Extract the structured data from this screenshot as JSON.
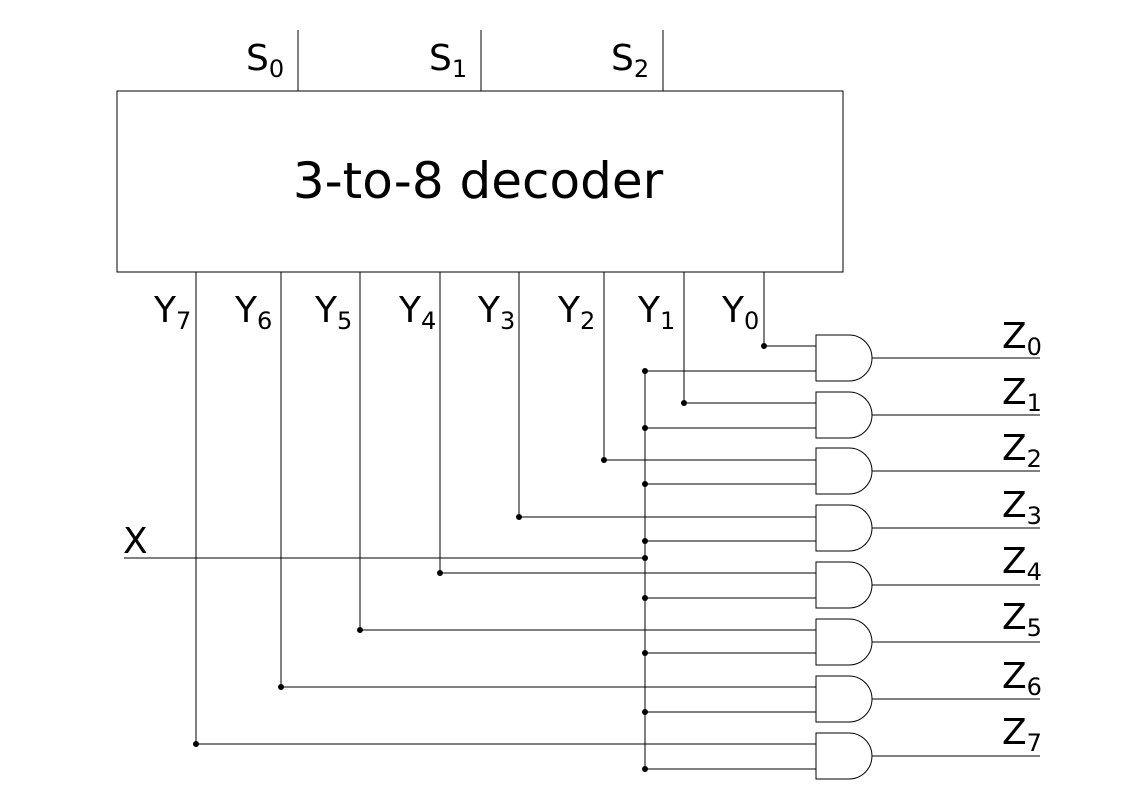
{
  "decoder": {
    "title": "3-to-8 decoder",
    "select_inputs": [
      {
        "base": "S",
        "sub": "0"
      },
      {
        "base": "S",
        "sub": "1"
      },
      {
        "base": "S",
        "sub": "2"
      }
    ],
    "outputs": [
      {
        "base": "Y",
        "sub": "7"
      },
      {
        "base": "Y",
        "sub": "6"
      },
      {
        "base": "Y",
        "sub": "5"
      },
      {
        "base": "Y",
        "sub": "4"
      },
      {
        "base": "Y",
        "sub": "3"
      },
      {
        "base": "Y",
        "sub": "2"
      },
      {
        "base": "Y",
        "sub": "1"
      },
      {
        "base": "Y",
        "sub": "0"
      }
    ]
  },
  "input_x": {
    "label": "X"
  },
  "gates": [
    {
      "type": "AND",
      "output": {
        "base": "Z",
        "sub": "0"
      }
    },
    {
      "type": "AND",
      "output": {
        "base": "Z",
        "sub": "1"
      }
    },
    {
      "type": "AND",
      "output": {
        "base": "Z",
        "sub": "2"
      }
    },
    {
      "type": "AND",
      "output": {
        "base": "Z",
        "sub": "3"
      }
    },
    {
      "type": "AND",
      "output": {
        "base": "Z",
        "sub": "4"
      }
    },
    {
      "type": "AND",
      "output": {
        "base": "Z",
        "sub": "5"
      }
    },
    {
      "type": "AND",
      "output": {
        "base": "Z",
        "sub": "6"
      }
    },
    {
      "type": "AND",
      "output": {
        "base": "Z",
        "sub": "7"
      }
    }
  ]
}
